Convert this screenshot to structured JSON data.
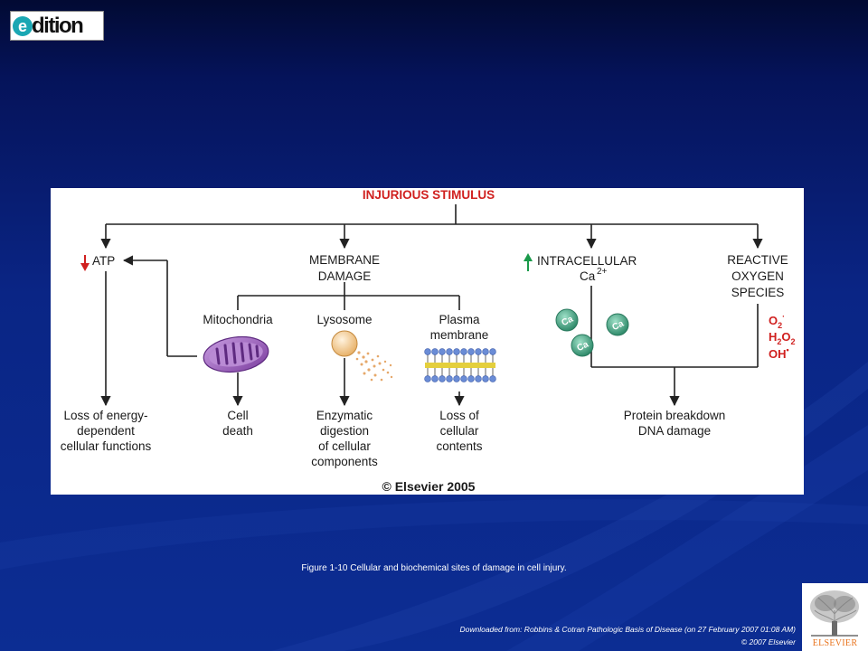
{
  "logo": {
    "mark": "e",
    "rest": "dition"
  },
  "diagram": {
    "title": "INJURIOUS STIMULUS",
    "atp": "ATP",
    "membrane_damage": [
      "MEMBRANE",
      "DAMAGE"
    ],
    "intracellular": "INTRACELLULAR",
    "calcium_base": "Ca",
    "calcium_charge": "2+",
    "reactive": [
      "REACTIVE",
      "OXYGEN",
      "SPECIES"
    ],
    "mitochondria": "Mitochondria",
    "lysosome": "Lysosome",
    "plasma": [
      "Plasma",
      "membrane"
    ],
    "calcium_ion": "Ca",
    "ros_species": [
      "O2",
      "H2O2",
      "OH"
    ],
    "outcomes": {
      "energy": [
        "Loss of energy-",
        "dependent",
        "cellular functions"
      ],
      "cell_death": [
        "Cell",
        "death"
      ],
      "enzymatic": [
        "Enzymatic",
        "digestion",
        "of cellular",
        "components"
      ],
      "cellular_contents": [
        "Loss of",
        "cellular",
        "contents"
      ],
      "protein": [
        "Protein breakdown",
        "DNA damage"
      ]
    },
    "copyright": "© Elsevier 2005",
    "colors": {
      "title_red": "#d0201f",
      "decrease_arrow": "#d0201f",
      "increase_arrow": "#1a9a4a",
      "mitochondria": "#9b59b6",
      "calcium": "#4aa687",
      "lysosome": "#f3c98d"
    }
  },
  "caption": "Figure 1-10 Cellular and biochemical sites of damage in cell injury.",
  "source": {
    "line1": "Downloaded from: Robbins & Cotran Pathologic Basis of Disease (on 27 February 2007 01:08 AM)",
    "line2": "© 2007 Elsevier"
  },
  "publisher_logo": "ELSEVIER"
}
